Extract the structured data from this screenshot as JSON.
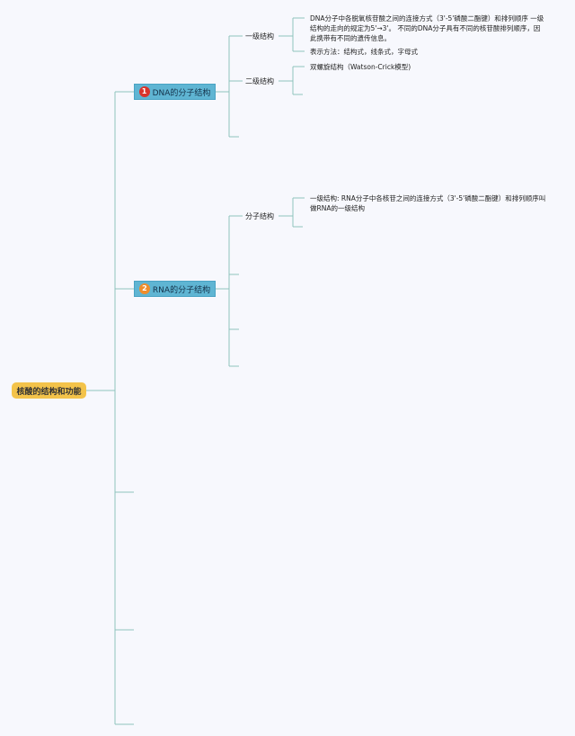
{
  "root": {
    "label": "核酸的结构和功能"
  },
  "branches": [
    {
      "badge": "1",
      "label": "DNA的分子结构",
      "children": [
        {
          "label": "一级结构",
          "leaves": [
            "DNA分子中各脱氧核苷酸之间的连接方式（3'-5'磷酸二酯键）和排列顺序 一级结构的走向的规定为5'→3'。 不同的DNA分子具有不同的核苷酸排列顺序，因此携带有不同的遗传信息。",
            "表示方法：结构式，线条式，字母式"
          ]
        },
        {
          "label": "二级结构",
          "leaves": [
            "双螺旋结构（Watson-Crick模型)"
          ]
        }
      ]
    },
    {
      "badge": "2",
      "label": "RNA的分子结构",
      "children": [
        {
          "label": "分子结构",
          "leaves": [
            "一级结构: RNA分子中各核苷之间的连接方式（3'-5'磷酸二酯键）和排列顺序叫做RNA的一级结构"
          ]
        }
      ]
    }
  ],
  "colors": {
    "connector": "#8fc3bd",
    "root_fill": "#f3c34a",
    "branch_fill": "#5fb5d3",
    "badge_1": "#d9342b",
    "badge_2": "#ef8d2c"
  }
}
